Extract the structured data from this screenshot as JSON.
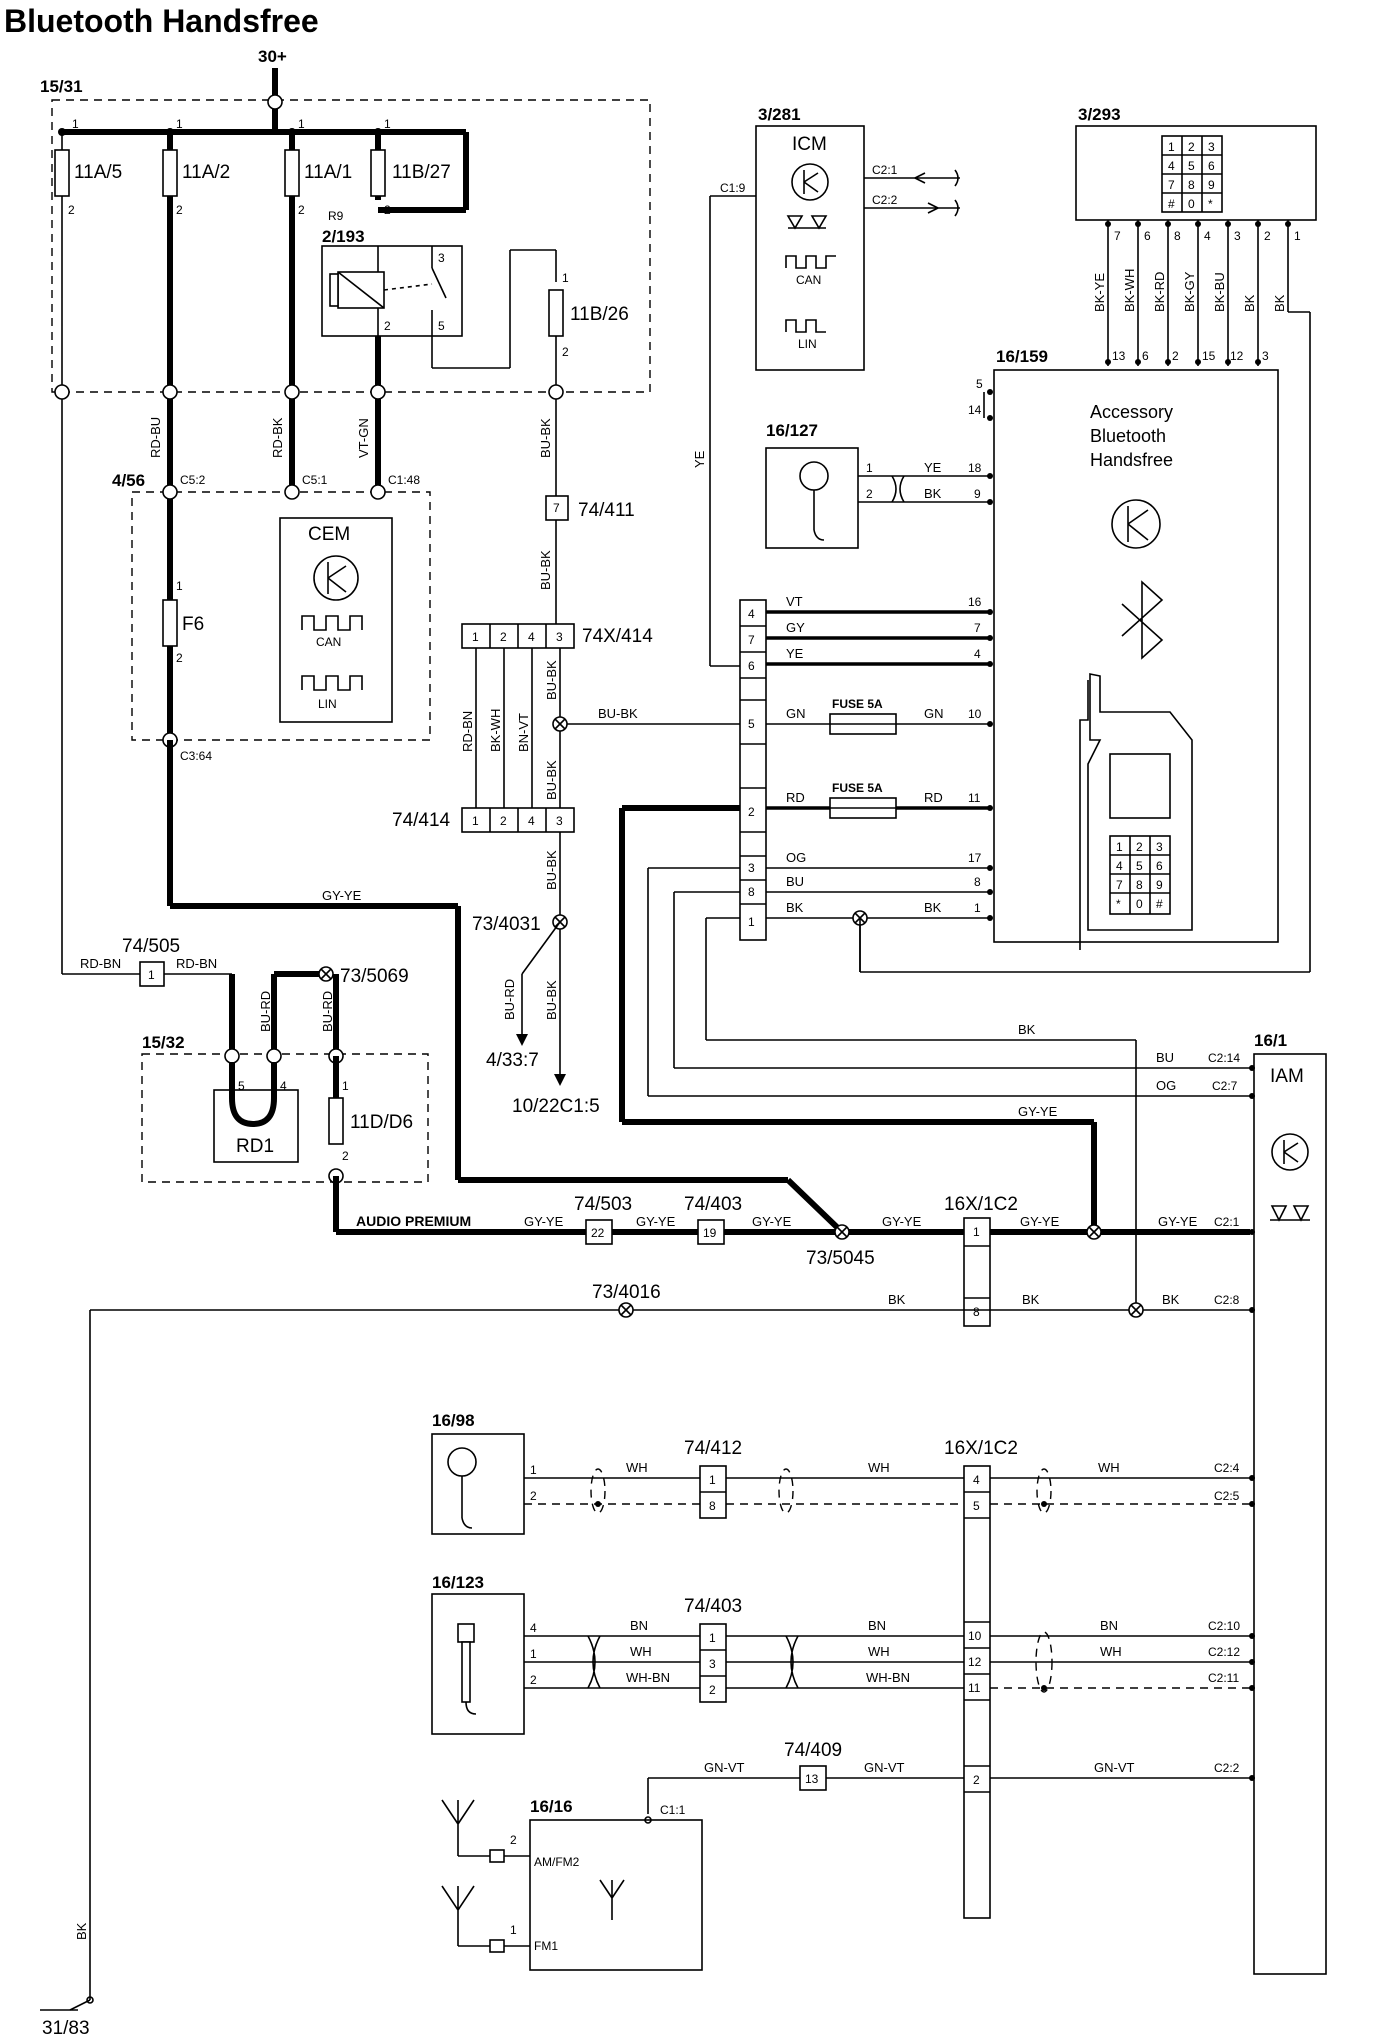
{
  "title": "Bluetooth Handsfree",
  "supply": "30+",
  "ground": "31/83",
  "components": {
    "fuse_box": "15/31",
    "relay_ref": "2/193",
    "relay_name": "R9",
    "fuses": [
      "11A/5",
      "11A/2",
      "11A/1",
      "11B/27",
      "11B/26"
    ],
    "cem_ref": "4/56",
    "cem_name": "CEM",
    "f6": "F6",
    "icm_ref": "3/281",
    "icm_name": "ICM",
    "keypad_ref": "3/293",
    "mic_ref": "16/127",
    "module_ref": "16/159",
    "module_name": [
      "Accessory",
      "Bluetooth",
      "Handsfree"
    ],
    "rd1_ref": "15/32",
    "rd1_name": "RD1",
    "fuse_11d": "11D/D6",
    "iam_ref": "16/1",
    "iam_name": "IAM",
    "mic2_ref": "16/98",
    "jack_ref": "16/123",
    "antenna_ref": "16/16",
    "am_fm2": "AM/FM2",
    "fm1": "FM1",
    "fuse_5a": "FUSE 5A",
    "audio_premium": "AUDIO PREMIUM",
    "can": "CAN",
    "lin": "LIN"
  },
  "connectors": {
    "c5_2": "C5:2",
    "c5_1": "C5:1",
    "c1_48": "C1:48",
    "c3_64": "C3:64",
    "c1_9": "C1:9",
    "c2_1_icm": "C2:1",
    "c2_2_icm": "C2:2",
    "c1_1": "C1:1",
    "j74_411": "74/411",
    "j74x_414": "74X/414",
    "j74_414": "74/414",
    "j73_4031": "73/4031",
    "j4_33_7": "4/33:7",
    "j10_22": "10/22C1:5",
    "j74_505": "74/505",
    "j73_5069": "73/5069",
    "j74_503": "74/503",
    "j74_403": "74/403",
    "j73_5045": "73/5045",
    "j16x_1c2": "16X/1C2",
    "j73_4016": "73/4016",
    "j74_412": "74/412",
    "j74_409": "74/409",
    "iam_pins": [
      "C2:14",
      "C2:7",
      "C2:1",
      "C2:8",
      "C2:4",
      "C2:5",
      "C2:10",
      "C2:12",
      "C2:11",
      "C2:2"
    ]
  },
  "wire_colors": {
    "rd_bu": "RD-BU",
    "rd_bk": "RD-BK",
    "vt_gn": "VT-GN",
    "bu_bk": "BU-BK",
    "ye": "YE",
    "bk": "BK",
    "vt": "VT",
    "gy": "GY",
    "gn": "GN",
    "rd": "RD",
    "og": "OG",
    "bu": "BU",
    "gy_ye": "GY-YE",
    "rd_bn": "RD-BN",
    "bu_rd": "BU-RD",
    "bk_ye": "BK-YE",
    "bk_wh": "BK-WH",
    "bk_rd": "BK-RD",
    "bk_gy": "BK-GY",
    "bk_bu": "BK-BU",
    "bn_vt": "BN-VT",
    "wh": "WH",
    "bn": "BN",
    "wh_bn": "WH-BN",
    "gn_vt": "GN-VT"
  },
  "pins": {
    "n1": "1",
    "n2": "2",
    "n3": "3",
    "n4": "4",
    "n5": "5",
    "n6": "6",
    "n7": "7",
    "n8": "8",
    "n9": "9",
    "n10": "10",
    "n11": "11",
    "n12": "12",
    "n13": "13",
    "n14": "14",
    "n15": "15",
    "n16": "16",
    "n17": "17",
    "n18": "18",
    "n19": "19",
    "n22": "22",
    "star": "*",
    "hash": "#",
    "zero": "0"
  }
}
